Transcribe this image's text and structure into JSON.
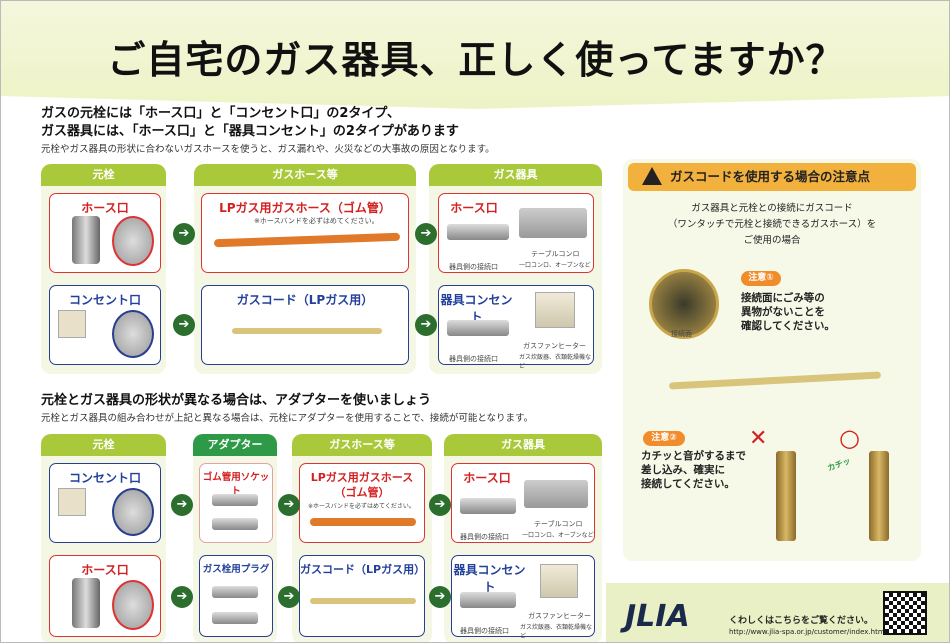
{
  "title": "ご自宅のガス器具、正しく使ってますか？",
  "section1": {
    "heading1": "ガスの元栓には「ホース口」と「コンセント口」の2タイプ、",
    "heading2": "ガス器具には、「ホース口」と「器具コンセント」の2タイプがあります",
    "lead": "元栓やガス器具の形状に合わないガスホースを使うと、ガス漏れや、火災などの大事故の原因となります。",
    "col_motosen": "元栓",
    "col_hose": "ガスホース等",
    "col_kigu": "ガス器具",
    "hose_port": "ホース口",
    "consent_port": "コンセント口",
    "lp_hose": "LPガス用ガスホース（ゴム管）",
    "hose_band_note": "※ホースバンドを必ずはめてください。",
    "gas_cord": "ガスコード（LPガス用）",
    "kigu_hose": "ホース口",
    "kigu_consent": "器具コンセント",
    "conn_side": "器具側の接続口",
    "conn_side2": "器具側の接続口",
    "table_conro": "テーブルコンロ",
    "conro_sub": "一口コンロ、オーブンなど",
    "heater": "ガスファンヒーター",
    "heater_sub": "ガス炊飯器、衣類乾燥機など"
  },
  "section2": {
    "heading": "元栓とガス器具の形状が異なる場合は、アダプターを使いましょう",
    "lead": "元栓とガス器具の組み合わせが上記と異なる場合は、元栓にアダプターを使用することで、接続が可能となります。",
    "col_motosen": "元栓",
    "col_adapter": "アダプター",
    "col_hose": "ガスホース等",
    "col_kigu": "ガス器具",
    "consent_port": "コンセント口",
    "hose_port": "ホース口",
    "socket": "ゴム管用ソケット",
    "plug": "ガス栓用プラグ",
    "lp_hose1": "LPガス用ガスホース",
    "lp_hose2": "（ゴム管）",
    "hose_band_note": "※ホースバンドを必ずはめてください。",
    "gas_cord": "ガスコード（LPガス用）",
    "kigu_hose": "ホース口",
    "kigu_consent": "器具コンセント",
    "conn_side": "器具側の接続口",
    "conn_side2": "器具側の接続口",
    "table_conro": "テーブルコンロ",
    "conro_sub": "一口コンロ、オーブンなど",
    "heater": "ガスファンヒーター",
    "heater_sub": "ガス炊飯器、衣類乾燥機など"
  },
  "caution": {
    "title": "ガスコードを使用する場合の注意点",
    "intro1": "ガス器具と元栓との接続にガスコード",
    "intro2": "（ワンタッチで元栓と接続できるガスホース）を",
    "intro3": "ご使用の場合",
    "note1_label": "注意①",
    "note1_l1": "接続面にごみ等の",
    "note1_l2": "異物がないことを",
    "note1_l3": "確認してください。",
    "conn_face": "接続面",
    "note2_label": "注意②",
    "note2_l1": "カチッと音がするまで",
    "note2_l2": "差し込み、確実に",
    "note2_l3": "接続してください。",
    "ng_mark": "✕",
    "ok_mark": "○",
    "click": "カチッ"
  },
  "footer": {
    "logo": "JLIA",
    "text": "くわしくはこちらをご覧ください。",
    "url": "http://www.jlia-spa.or.jp/customer/index.html"
  }
}
